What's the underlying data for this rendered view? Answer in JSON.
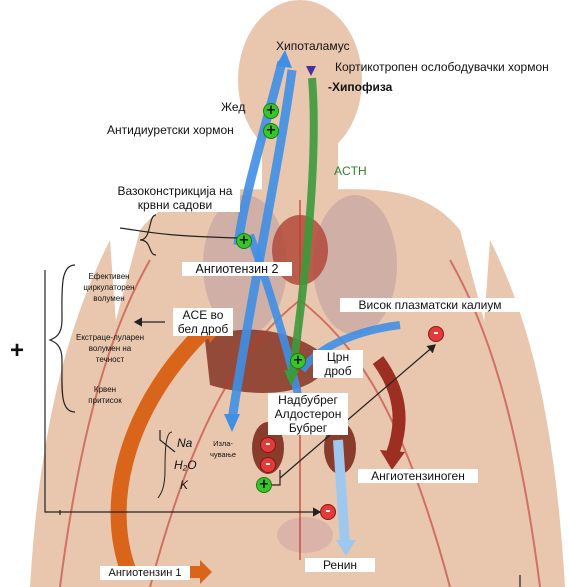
{
  "labels": {
    "hypothalamus": "Хипоталамус",
    "crh": "Кортикотропен ослободувачки хормон",
    "pituitary": "-Хипофиза",
    "thirst": "Жед",
    "adh": "Антидиуретски хормон",
    "acth": "ACTH",
    "vasoconstriction": "Вазоконстрикција на крвни садови",
    "angiotensin2": "Ангиотензин 2",
    "ace_lung": "ACE во бел дроб",
    "high_potassium": "Висок плазматски калиум",
    "liver": "Црн дроб",
    "adrenal": "Надбубрег Алдостерон Бубрег",
    "angiotensinogen": "Ангиотензиноген",
    "renin": "Ренин",
    "angiotensin1": "Ангиотензин 1",
    "effective_volume": "Ефективен циркулаторен волумен",
    "ecf_volume": "Екстраце-луларен волумен на течност",
    "blood_pressure": "Крвен притисок",
    "excretion": "Изла-чување",
    "ion_na": "Na",
    "ion_h2o": "H₂O",
    "ion_k": "K",
    "big_plus": "+"
  },
  "signs": {
    "plus": "+",
    "minus": "-"
  },
  "colors": {
    "blue_arrow": "#3f8fe6",
    "green_arrow": "#3c9a3c",
    "orange_arrow": "#d9651b",
    "dark_red_arrow": "#9c2f22",
    "light_blue_arrow": "#9ec8ee",
    "body": "#e9c7ae",
    "plus": "#36c52b",
    "minus": "#e23b3b"
  }
}
